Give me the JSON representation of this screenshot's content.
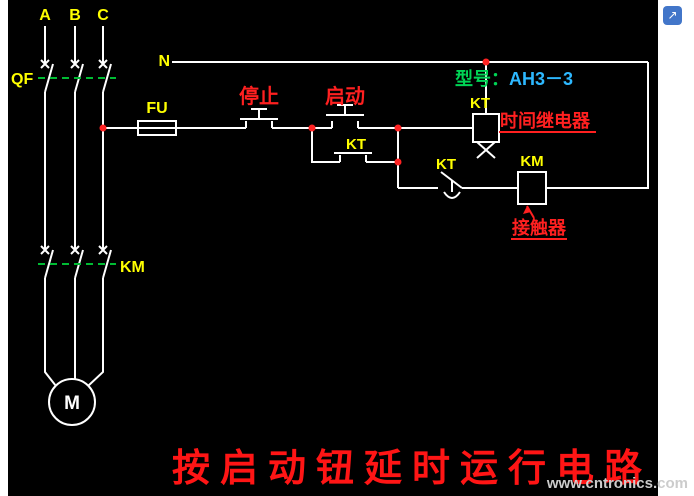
{
  "page": {
    "watermark": "www.cntronics.com"
  },
  "icons": {
    "external_link": "↗"
  },
  "diagram": {
    "title": "按启动钮延时运行电路",
    "phases": [
      "A",
      "B",
      "C"
    ],
    "model": {
      "prefix": "型号：",
      "value": "AH3－3"
    },
    "labels": {
      "breaker": "QF",
      "neutral": "N",
      "fuse": "FU",
      "stop_button": "停止",
      "start_button": "启动",
      "kt_hold_contact": "KT",
      "kt_coil": "KT",
      "kt_coil_caption": "时间继电器",
      "kt_delay_contact": "KT",
      "km_coil": "KM",
      "km_coil_caption": "接触器",
      "km_main_contacts": "KM",
      "motor": "M"
    },
    "colors": {
      "background": "#000000",
      "wire": "#ffffff",
      "label_yellow": "#ffff00",
      "label_red": "#ff2020",
      "linkage_green": "#00bb33",
      "model_green": "#00d455",
      "model_cyan": "#2db8ff",
      "title_red": "#ff1515",
      "watermark_gray": "#cccccc",
      "icon_blue": "#4276c9"
    }
  }
}
